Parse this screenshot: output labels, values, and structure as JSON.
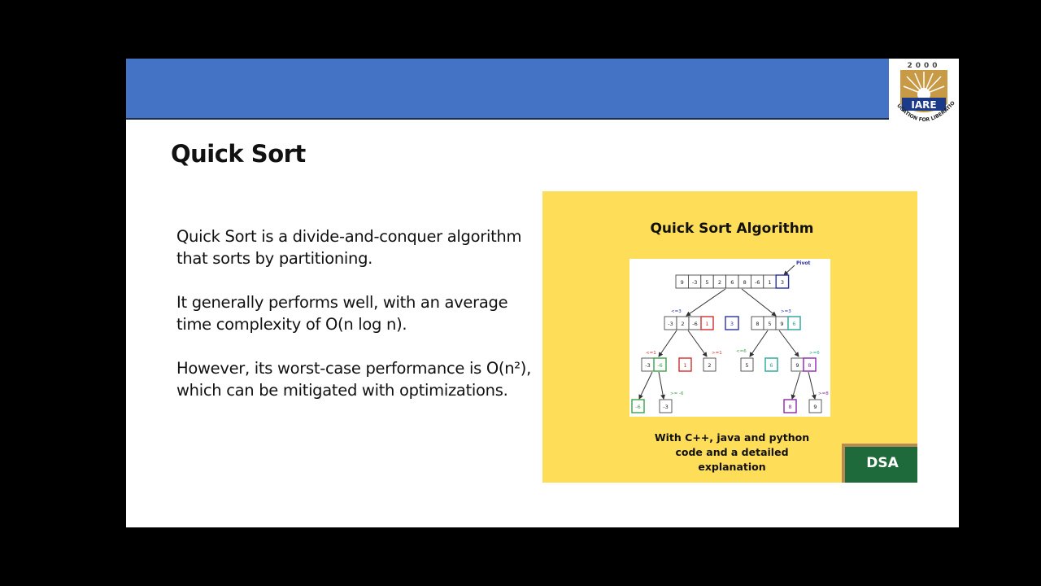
{
  "slide": {
    "title": "Quick Sort",
    "paragraphs": [
      "Quick Sort is a divide-and-conquer algorithm\nthat sorts by partitioning.",
      "It generally performs well, with an average\ntime complexity of O(n log n).",
      "However, its worst-case performance is O(n²),\nwhich can be mitigated with optimizations."
    ]
  },
  "logo": {
    "year": "2000",
    "name": "IARE",
    "motto": "EDUCATION FOR LIBERATION"
  },
  "figure": {
    "title": "Quick Sort Algorithm",
    "caption": "With C++, java and python\ncode and a detailed\nexplanation",
    "badge": "DSA",
    "diagram": {
      "pivot_label": "Pivot",
      "root": [
        "9",
        "-3",
        "5",
        "2",
        "6",
        "8",
        "-6",
        "1",
        "3"
      ],
      "level1": {
        "left_label": "<=3",
        "left": [
          "-3",
          "2",
          "-6",
          "1"
        ],
        "pivot": "3",
        "right_label": ">=3",
        "right": [
          "8",
          "5",
          "9",
          "6"
        ]
      },
      "level2": {
        "a_label": "<=1",
        "a": [
          "-3",
          "-6"
        ],
        "b": "1",
        "c_label": ">=1",
        "c": "2",
        "d_label": "<=6",
        "d": "5",
        "e": "6",
        "f_label": ">=6",
        "f": [
          "9",
          "8"
        ]
      },
      "level3": {
        "a": "-6",
        "b_label": ">= -6",
        "b": "-3",
        "c": "8",
        "d_label": ">=8",
        "d": "9"
      }
    },
    "colors": {
      "background": "#fedd58",
      "pivot_blue": "#2b2fa8",
      "red": "#d32f2f",
      "green": "#3aa24a",
      "teal": "#26a69a",
      "purple": "#8e24aa",
      "board_green": "#1e6a3a"
    }
  },
  "colors": {
    "header_band": "#4472c4",
    "slide_background": "#ffffff",
    "frame": "#000000"
  }
}
